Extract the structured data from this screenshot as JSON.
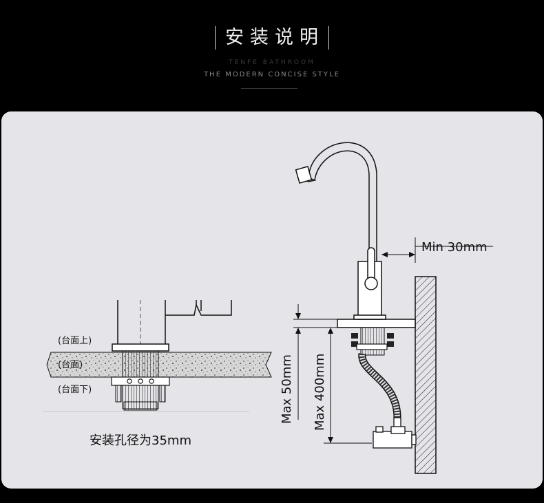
{
  "header": {
    "title": "安装说明",
    "brand": "TENFE BATHROOM",
    "slogan": "THE MODERN CONCISE STYLE"
  },
  "left_diagram": {
    "label_above": "(台面上)",
    "label_middle": "(台面)",
    "label_below": "(台面下)",
    "caption": "安装孔径为35mm"
  },
  "right_diagram": {
    "min_spacing": "Min 30mm",
    "max_thickness": "Max 50mm",
    "max_height": "Max 400mm"
  },
  "colors": {
    "background": "#000000",
    "panel": "#e4e4e9",
    "line": "#111111"
  }
}
